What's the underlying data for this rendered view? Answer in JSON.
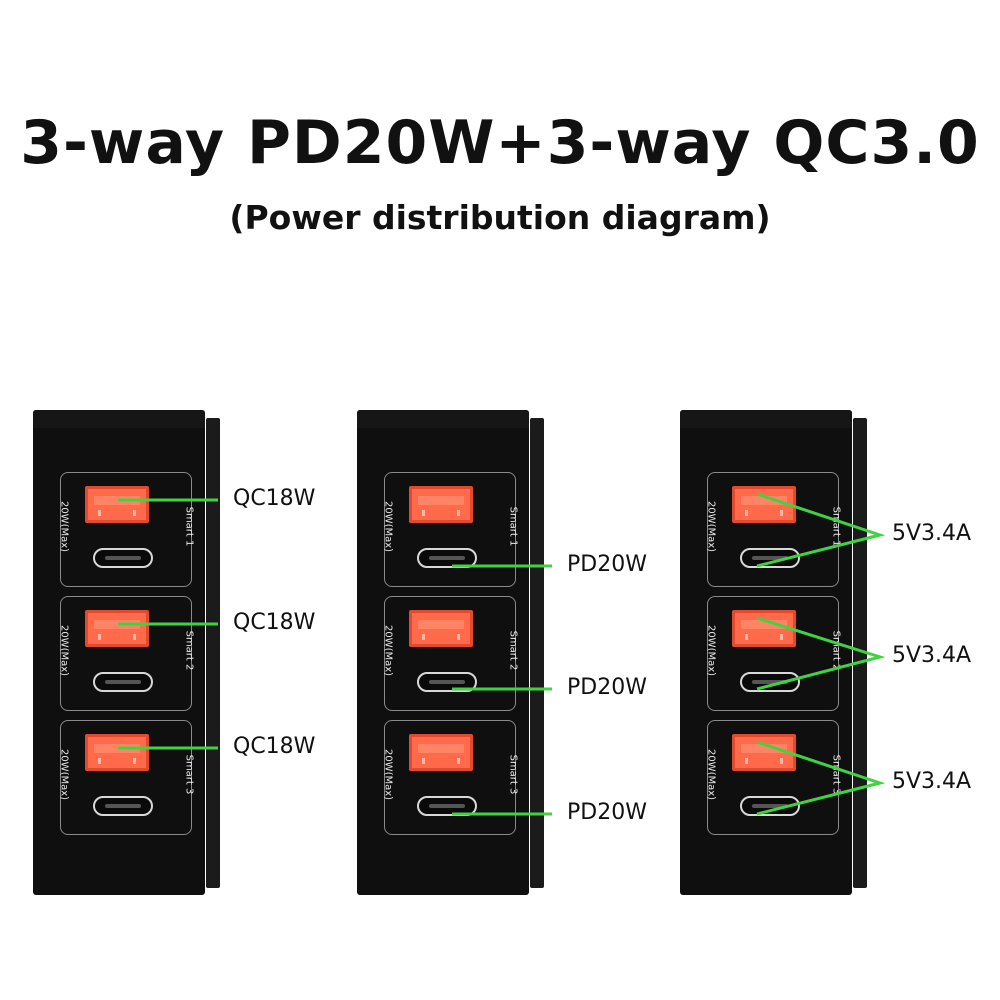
{
  "title": "3-way PD20W+3-way QC3.0",
  "subtitle": "(Power distribution diagram)",
  "port_group": {
    "max_label": "20W(Max)",
    "smart_labels": [
      "Smart 1",
      "Smart 2",
      "Smart 3"
    ]
  },
  "chargers": [
    {
      "labels": [
        "QC18W",
        "QC18W",
        "QC18W"
      ]
    },
    {
      "labels": [
        "PD20W",
        "PD20W",
        "PD20W"
      ]
    },
    {
      "labels": [
        "5V3.4A",
        "5V3.4A",
        "5V3.4A"
      ]
    }
  ],
  "colors": {
    "wire": "#3fd43f",
    "usb_a": "#ff6a4a",
    "charger_body": "#0f0f0f"
  }
}
